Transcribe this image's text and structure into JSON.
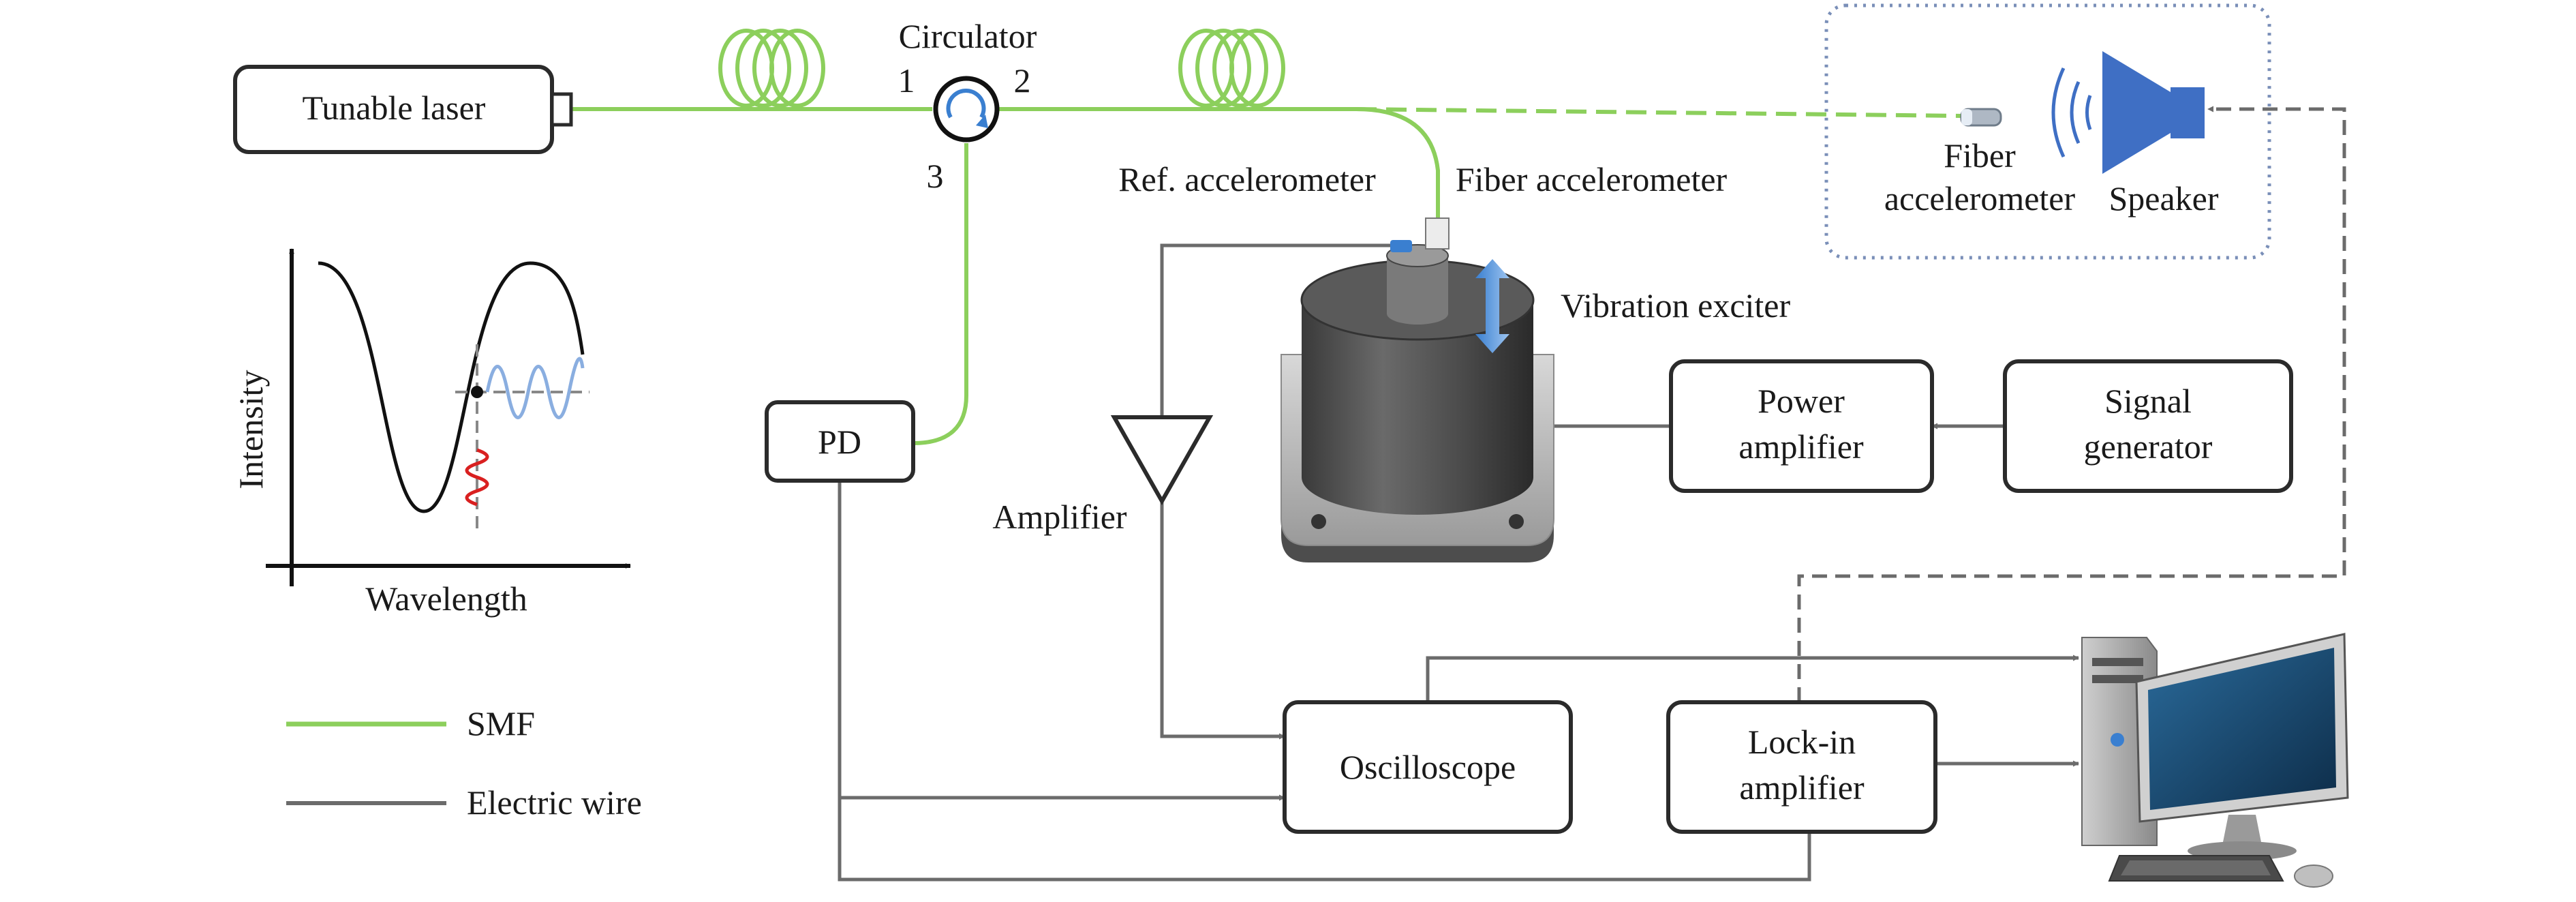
{
  "labels": {
    "tunable_laser": "Tunable laser",
    "circulator": "Circulator",
    "port1": "1",
    "port2": "2",
    "port3": "3",
    "ref_accelerometer": "Ref. accelerometer",
    "fiber_accelerometer": "Fiber accelerometer",
    "inset_fiber_line1": "Fiber",
    "inset_fiber_line2": "accelerometer",
    "speaker": "Speaker",
    "vibration_exciter": "Vibration exciter",
    "pd": "PD",
    "amplifier": "Amplifier",
    "power_amplifier_line1": "Power",
    "power_amplifier_line2": "amplifier",
    "signal_generator_line1": "Signal",
    "signal_generator_line2": "generator",
    "oscilloscope": "Oscilloscope",
    "lockin_line1": "Lock-in",
    "lockin_line2": "amplifier"
  },
  "inset_plot": {
    "ylabel": "Intensity",
    "xlabel": "Wavelength"
  },
  "legend": {
    "smf": "SMF",
    "electric_wire": "Electric wire"
  },
  "colors": {
    "fiber": "#8ccf5c",
    "wire": "#6b6b6b",
    "box_stroke": "#2b2b2b",
    "speaker_blue": "#3f6fc4",
    "dotted_frame": "#7a8fb8",
    "modulation_blue": "#8aaee0",
    "noise_red": "#d92020"
  },
  "icons": [
    "fiber-coil-icon",
    "circulator-icon",
    "speaker-icon",
    "vibration-exciter-icon",
    "amplifier-triangle-icon",
    "computer-icon"
  ]
}
